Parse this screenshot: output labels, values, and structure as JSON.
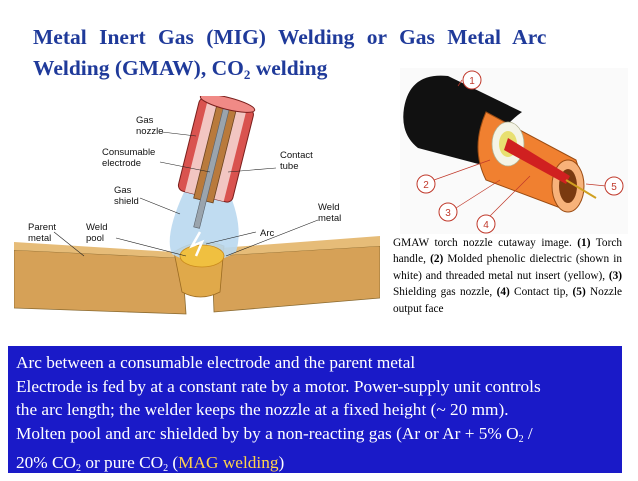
{
  "slide": {
    "title_line1": "Metal Inert Gas (MIG) Welding or Gas Metal Arc",
    "title_line2_prefix": "Welding (GMAW), CO",
    "title_line2_sub": "2",
    "title_line2_suffix": " welding"
  },
  "diagram": {
    "labels": {
      "gas_nozzle_1": "Gas",
      "gas_nozzle_2": "nozzle",
      "consumable_electrode_1": "Consumable",
      "consumable_electrode_2": "electrode",
      "contact_tube_1": "Contact",
      "contact_tube_2": "tube",
      "gas_shield_1": "Gas",
      "gas_shield_2": "shield",
      "parent_metal_1": "Parent",
      "parent_metal_2": "metal",
      "weld_pool_1": "Weld",
      "weld_pool_2": "pool",
      "arc": "Arc",
      "weld_metal_1": "Weld",
      "weld_metal_2": "metal"
    },
    "colors": {
      "nozzle": "#d9534f",
      "workpiece": "#d6a157",
      "shield": "#b9d8ef",
      "weld": "#f0c040"
    }
  },
  "torch_image": {
    "markers": [
      "1",
      "2",
      "3",
      "4",
      "5"
    ],
    "colors": {
      "handle": "#111111",
      "nozzle": "#f08030",
      "insert": "#e8e070",
      "tip": "#d02020"
    }
  },
  "caption": {
    "intro": "GMAW torch nozzle cutaway image. ",
    "n1": "(1)",
    "t1": " Torch handle, ",
    "n2": "(2)",
    "t2": " Molded phenolic dielectric (shown in white) and threaded metal nut insert (yellow), ",
    "n3": "(3)",
    "t3": " Shielding gas nozzle, ",
    "n4": "(4)",
    "t4": " Contact tip, ",
    "n5": "(5)",
    "t5": " Nozzle output face"
  },
  "bottom_box": {
    "line1": "Arc between a consumable electrode and the parent metal",
    "line2": "Electrode is fed by at a constant rate by a motor. Power-supply unit controls",
    "line3": "the arc length; the welder keeps the nozzle at a fixed height (~ 20 mm).",
    "line4_prefix": "Molten pool and arc shielded by by a non-reacting gas (Ar or Ar + 5% O",
    "line4_sub": "2",
    "line4_suffix": " /",
    "line5_a": "20% CO",
    "line5_sub1": "2",
    "line5_b": " or  pure CO",
    "line5_sub2": "2",
    "line5_c": " (",
    "line5_mag": "MAG welding",
    "line5_d": ")",
    "accent_color": "#ffd24a",
    "background": "#1a1ac8"
  }
}
